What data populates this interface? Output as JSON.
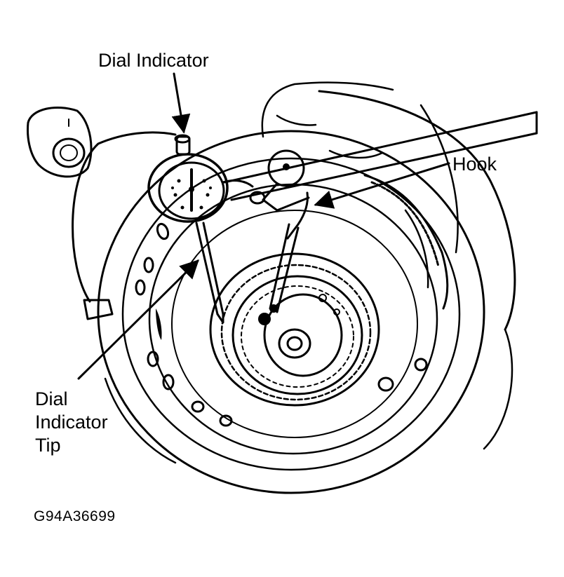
{
  "labels": {
    "dial_indicator": "Dial Indicator",
    "hook": "Hook",
    "tip_line1": "Dial",
    "tip_line2": "Indicator",
    "tip_line3": "Tip"
  },
  "figure_code": "G94A36699",
  "colors": {
    "ink": "#000000",
    "paper": "#ffffff"
  }
}
